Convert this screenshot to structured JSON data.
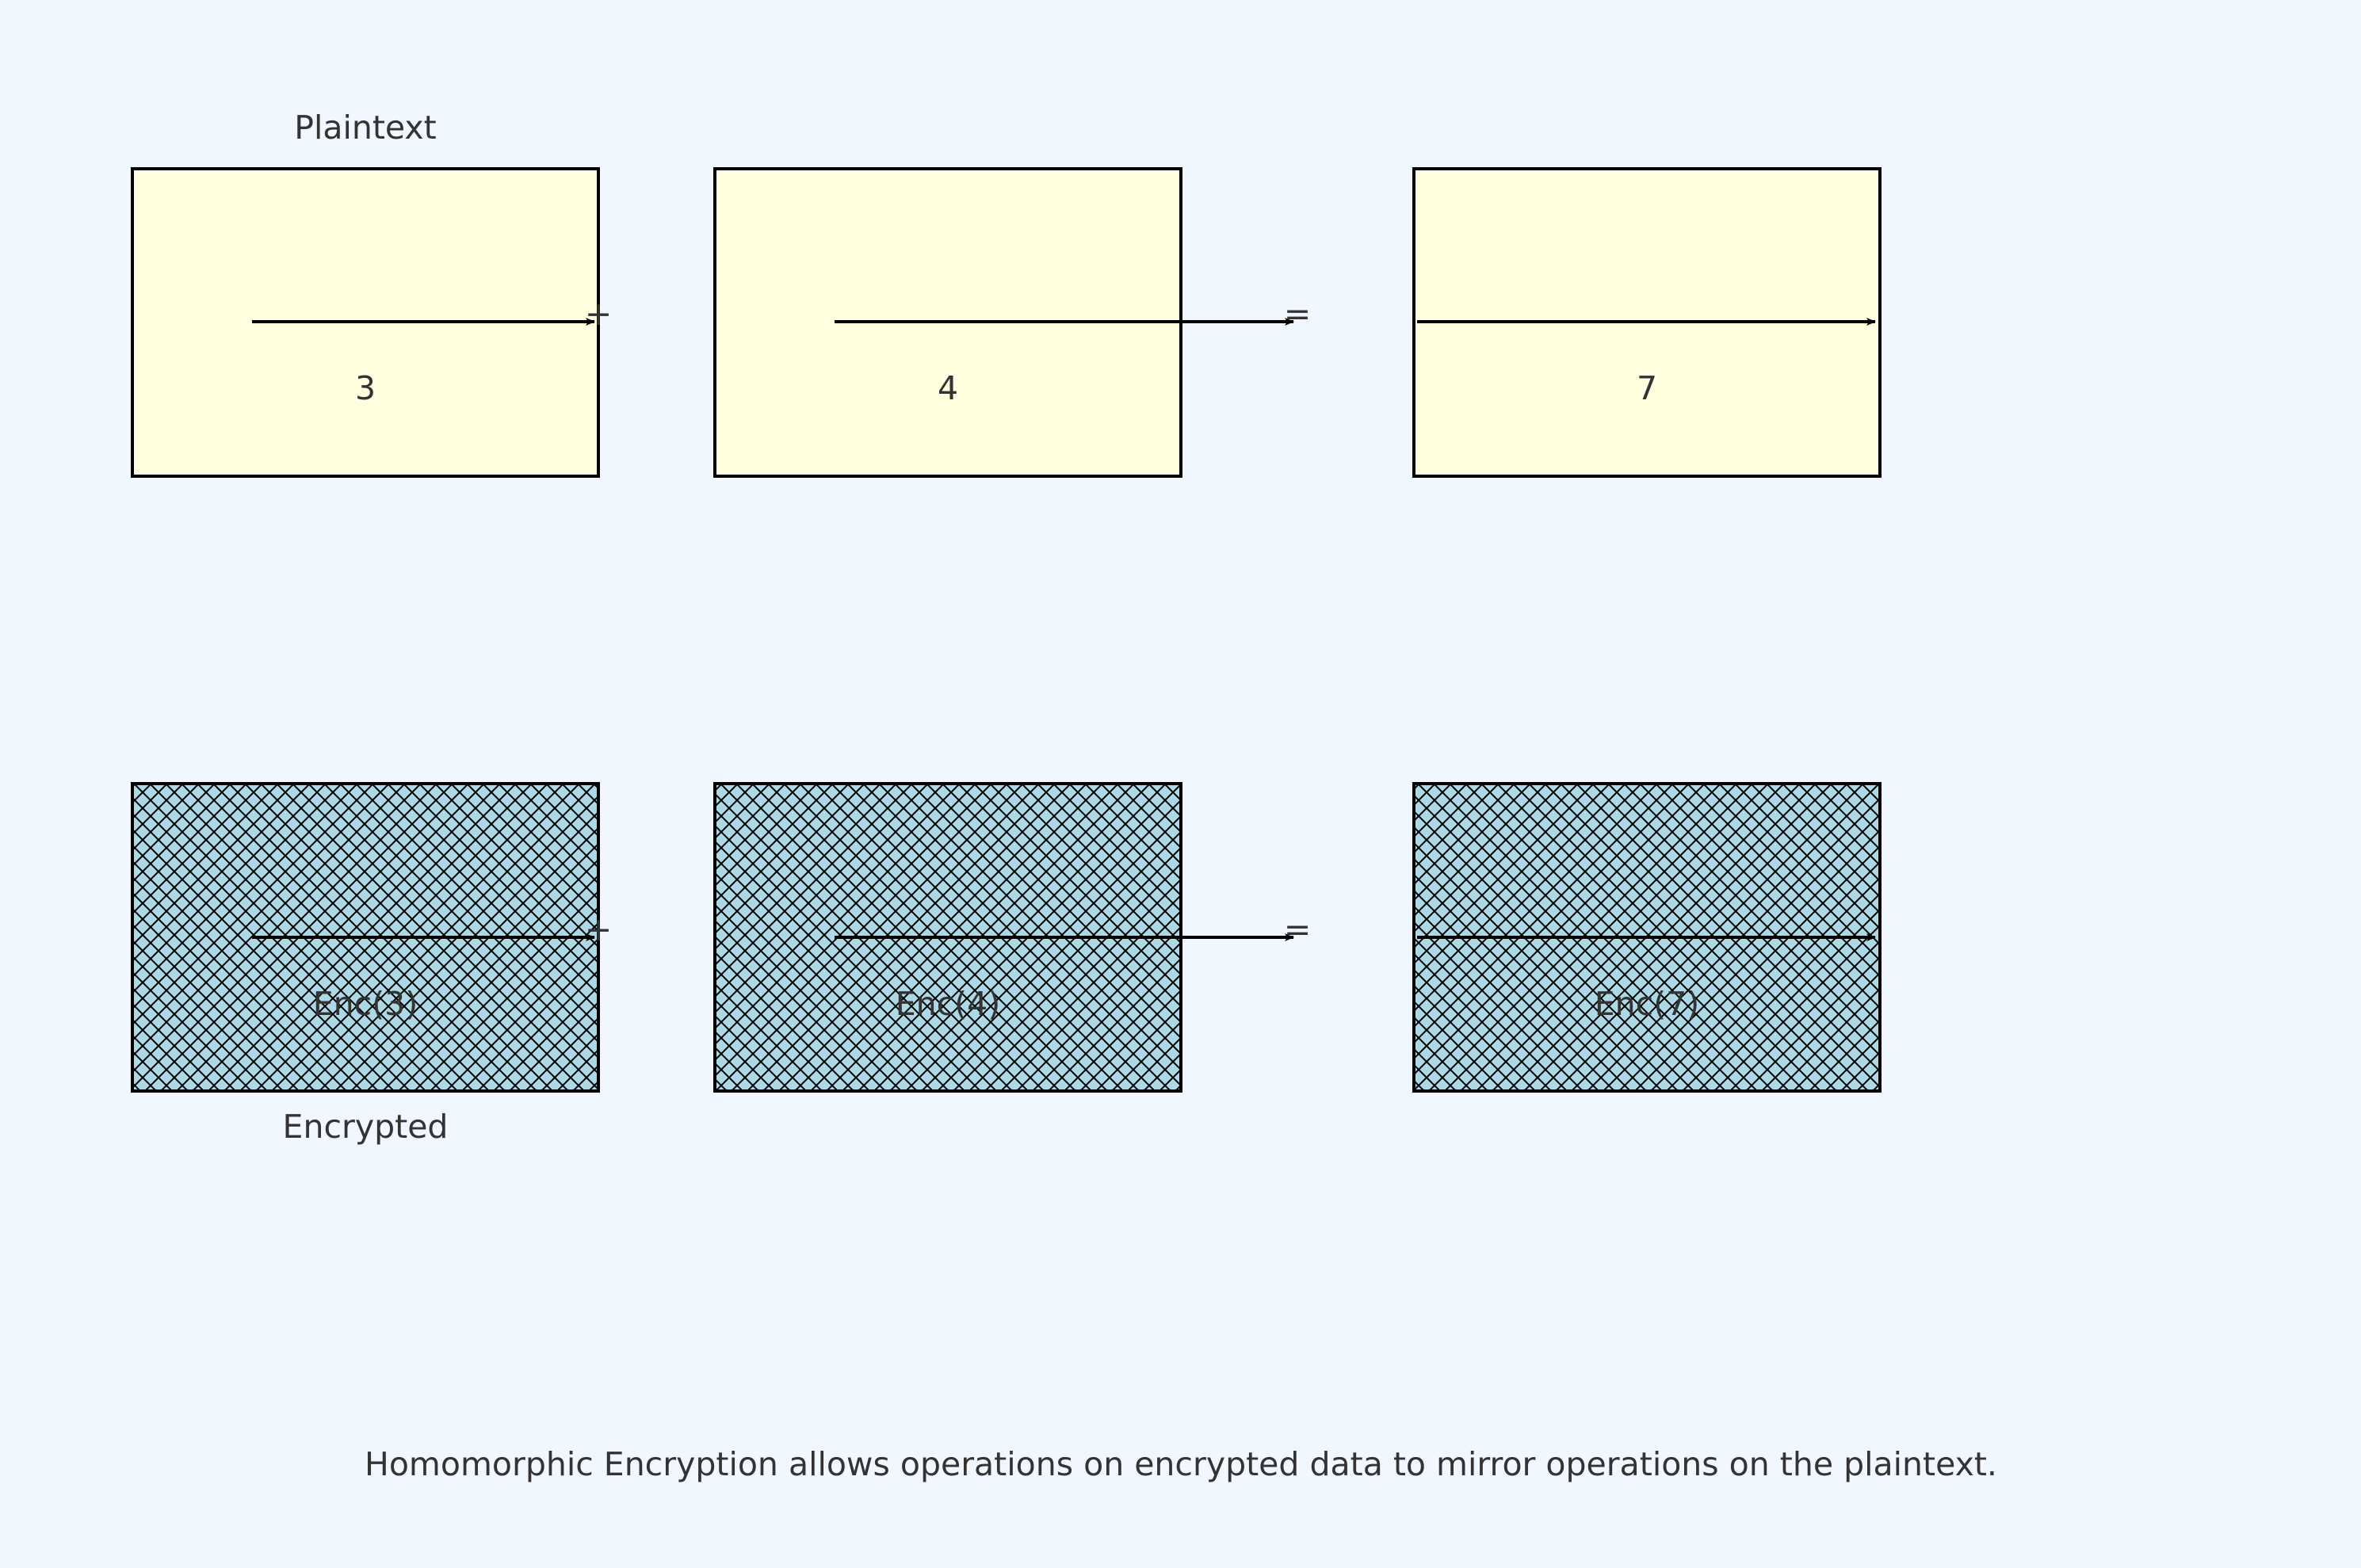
{
  "diagram": {
    "plaintext_row": {
      "label": "Plaintext",
      "box_fill": "#ffffe0",
      "values": [
        "3",
        "4",
        "7"
      ],
      "operators": [
        "+",
        "="
      ]
    },
    "encrypted_row": {
      "label": "Encrypted",
      "box_fill": "#add8e6",
      "pattern": "crosshatch",
      "values": [
        "Enc(3)",
        "Enc(4)",
        "Enc(7)"
      ],
      "operators": [
        "+",
        "="
      ]
    },
    "caption": "Homomorphic Encryption allows operations on encrypted data to mirror operations on the plaintext.",
    "colors": {
      "background": "#f0f7fe",
      "text": "#333333",
      "stroke": "#000000"
    }
  }
}
